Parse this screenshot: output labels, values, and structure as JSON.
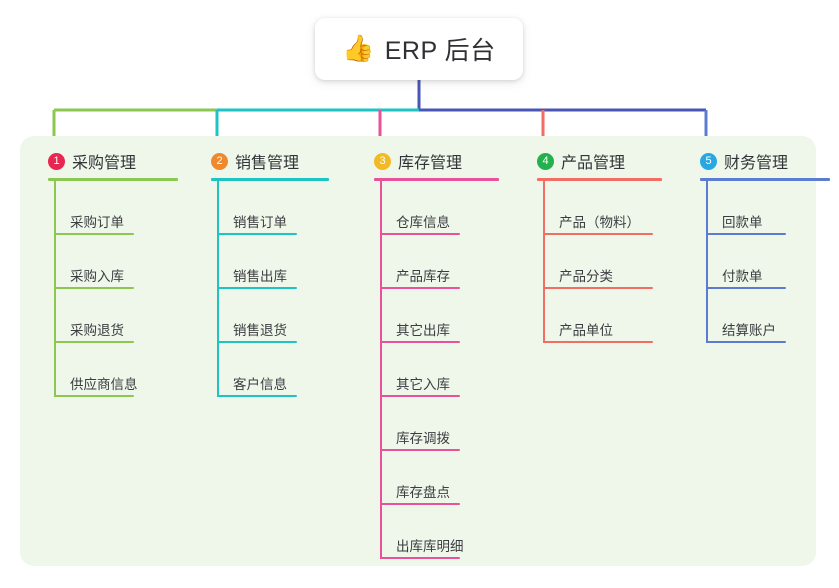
{
  "diagram": {
    "type": "mind-map",
    "root": {
      "icon": "thumbs-up-emoji",
      "icon_glyph": "👍",
      "title": "ERP 后台"
    },
    "panel_background": "#eef7ea",
    "canvas_background": "#ffffff",
    "stem_color": "#4a56b5",
    "branches": [
      {
        "index": "1",
        "badge_color": "#e8264f",
        "line_color": "#8cc751",
        "title": "采购管理",
        "items": [
          "采购订单",
          "采购入库",
          "采购退货",
          "供应商信息"
        ]
      },
      {
        "index": "2",
        "badge_color": "#f0892e",
        "line_color": "#1ec4c4",
        "title": "销售管理",
        "items": [
          "销售订单",
          "销售出库",
          "销售退货",
          "客户信息"
        ]
      },
      {
        "index": "3",
        "badge_color": "#f2bb26",
        "line_color": "#e9529b",
        "title": "库存管理",
        "items": [
          "仓库信息",
          "产品库存",
          "其它出库",
          "其它入库",
          "库存调拨",
          "库存盘点",
          "出库库明细"
        ]
      },
      {
        "index": "4",
        "badge_color": "#22b14c",
        "line_color": "#f26d63",
        "title": "产品管理",
        "items": [
          "产品（物料）",
          "产品分类",
          "产品单位"
        ]
      },
      {
        "index": "5",
        "badge_color": "#29a7e1",
        "line_color": "#5b7cd1",
        "title": "财务管理",
        "items": [
          "回款单",
          "付款单",
          "结算账户"
        ]
      }
    ]
  }
}
